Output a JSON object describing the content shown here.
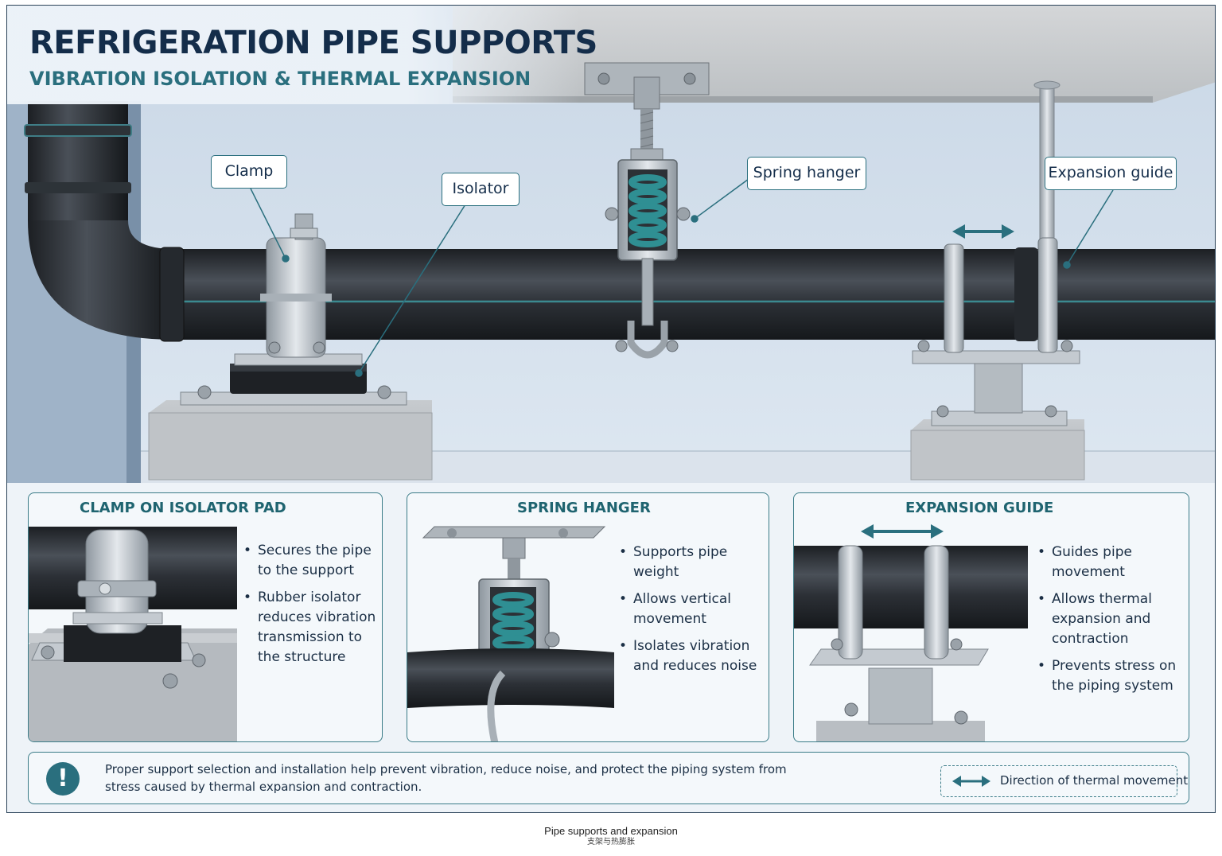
{
  "header": {
    "title": "REFRIGERATION PIPE SUPPORTS",
    "subtitle": "VIBRATION ISOLATION & THERMAL EXPANSION"
  },
  "callouts": {
    "clamp": "Clamp",
    "isolator": "Isolator",
    "spring_hanger": "Spring hanger",
    "expansion_guide": "Expansion guide"
  },
  "panels": [
    {
      "title": "CLAMP ON ISOLATOR PAD",
      "bullets": [
        "Secures the pipe to the support",
        "Rubber isolator reduces vibration transmission to the structure"
      ]
    },
    {
      "title": "SPRING HANGER",
      "bullets": [
        "Supports pipe weight",
        "Allows vertical movement",
        "Isolates vibration and reduces noise"
      ]
    },
    {
      "title": "EXPANSION GUIDE",
      "bullets": [
        "Guides pipe movement",
        "Allows thermal expansion and contraction",
        "Prevents stress on the piping system"
      ]
    }
  ],
  "footer": {
    "note": "Proper support selection and installation help prevent vibration, reduce noise, and protect the piping system from stress caused by thermal expansion and contraction.",
    "info_icon": "!",
    "legend_label": "Direction of thermal movement"
  },
  "caption": {
    "en": "Pipe supports and expansion",
    "cn": "支架与热膨胀"
  },
  "colors": {
    "accent": "#2a6f7e",
    "title": "#142d4a",
    "pipe": "#2b2f34",
    "steel": "#b9c1c8"
  },
  "icons": [
    "info-icon",
    "double-arrow-icon"
  ]
}
